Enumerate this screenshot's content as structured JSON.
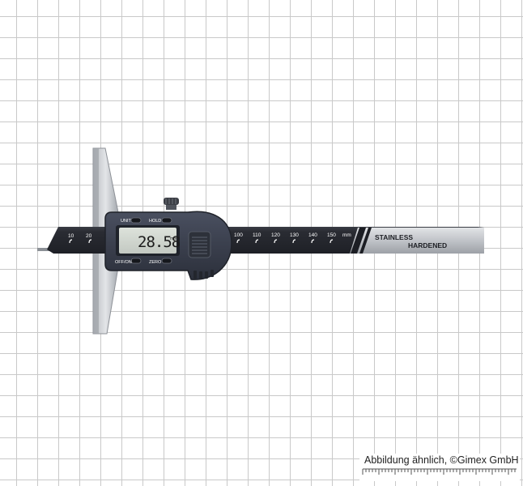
{
  "photo": {
    "subject": "digital depth caliper",
    "reading": "28.58",
    "reading_unit": "mm",
    "buttons": {
      "unit": "UNIT",
      "hold": "HOLD",
      "off_on": "OFF/ON",
      "zero": "ZERO"
    },
    "scale_left": [
      "10",
      "20"
    ],
    "scale_right": [
      "100",
      "110",
      "120",
      "130",
      "140",
      "150"
    ],
    "scale_unit": "mm",
    "engraving": [
      "STAINLESS",
      "HARDENED"
    ]
  },
  "credit": {
    "text": "Abbildung ähnlich, ©Gimex GmbH"
  },
  "colors": {
    "grid": "#c9c9c9",
    "body": "#3c4150",
    "lcd": "#d3d8d2",
    "steel": "#c4c7cc"
  }
}
